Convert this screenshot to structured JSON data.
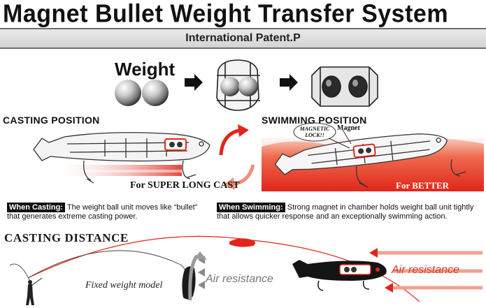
{
  "header": {
    "title": "Magnet Bullet Weight Transfer System",
    "patent": "International Patent.P"
  },
  "weight_section": {
    "label": "Weight"
  },
  "casting": {
    "label": "CASTING POSITION",
    "caption": "For SUPER LONG CAST"
  },
  "swimming": {
    "label": "SWIMMING POSITION",
    "caption": "For BETTER ACTION",
    "callout": "MAGNETIC LOCK!!",
    "magnet_label": "Magnet"
  },
  "notes": {
    "casting_tag": "When Casting:",
    "casting_text_1": "The weight ball unit moves  like “bullet”",
    "casting_text_2": "that generates extreme casting power.",
    "swimming_tag": "When Swimming:",
    "swimming_text_1": "Strong magnet in chamber holds weight ball unit tightly",
    "swimming_text_2": "that allows quicker response and an exceptionally swimming action."
  },
  "distance": {
    "label": "CASTING DISTANCE",
    "fixed_label": "Fixed weight model",
    "air_resistance_1": "Air resistance",
    "air_resistance_2": "Air resistance"
  },
  "colors": {
    "accent_red": "#e0261b",
    "gray_arrow": "#8a8a8a",
    "banner_gray": "#d8d8d8"
  }
}
